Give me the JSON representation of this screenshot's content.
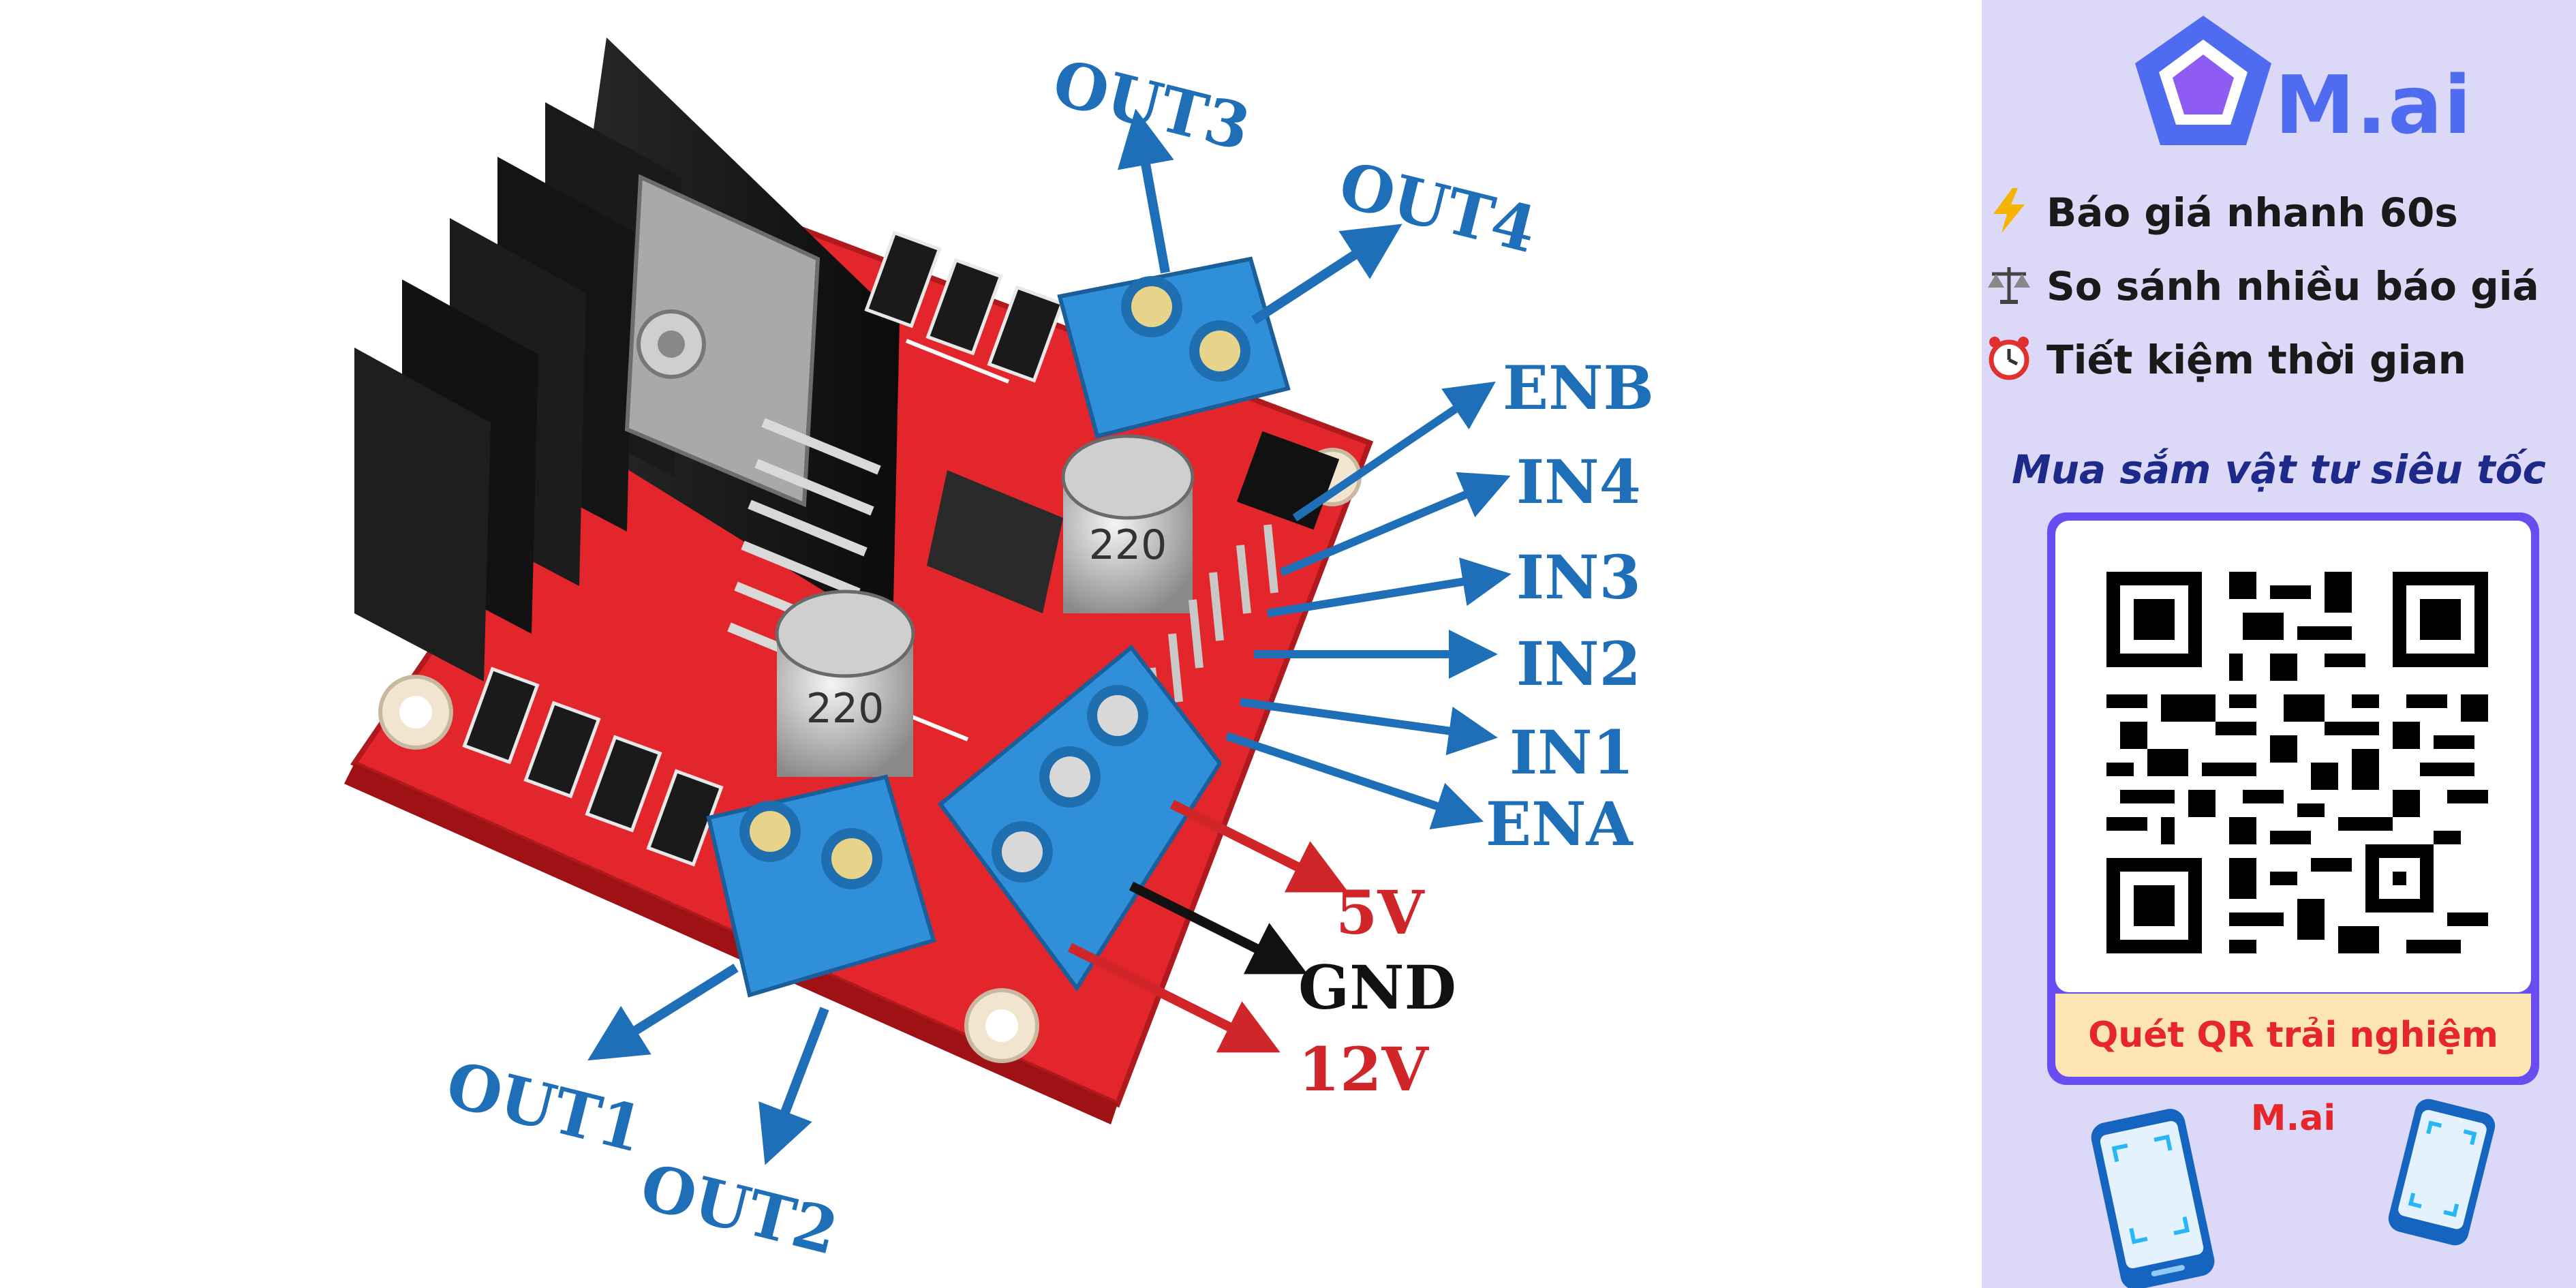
{
  "diagram": {
    "labels": {
      "out3": "OUT3",
      "out4": "OUT4",
      "enb": "ENB",
      "in4": "IN4",
      "in3": "IN3",
      "in2": "IN2",
      "in1": "IN1",
      "ena": "ENA",
      "v5": "5V",
      "gnd": "GND",
      "v12": "12V",
      "out1": "OUT1",
      "out2": "OUT2"
    },
    "capacitor_text": "220",
    "colors": {
      "arrow_blue": "#1f6fb8",
      "arrow_red": "#d0262a",
      "arrow_black": "#111111",
      "board_red": "#e3262b",
      "terminal_blue": "#2f8fd8"
    }
  },
  "ad": {
    "brand": "M.ai",
    "features": [
      {
        "icon": "lightning-icon",
        "text": "Báo giá nhanh 60s"
      },
      {
        "icon": "scale-icon",
        "text": "So sánh nhiều báo giá"
      },
      {
        "icon": "alarm-clock-icon",
        "text": "Tiết kiệm thời gian"
      }
    ],
    "tagline": "Mua sắm vật tư siêu tốc",
    "qr_caption": "Quét QR trải nghiệm M.ai",
    "colors": {
      "panel_bg": "#dcd8f7",
      "brand_blue": "#4f6bf0",
      "card_purple": "#6a4df0",
      "caption_red": "#e5262a",
      "caption_bg": "#fde4b3"
    }
  }
}
